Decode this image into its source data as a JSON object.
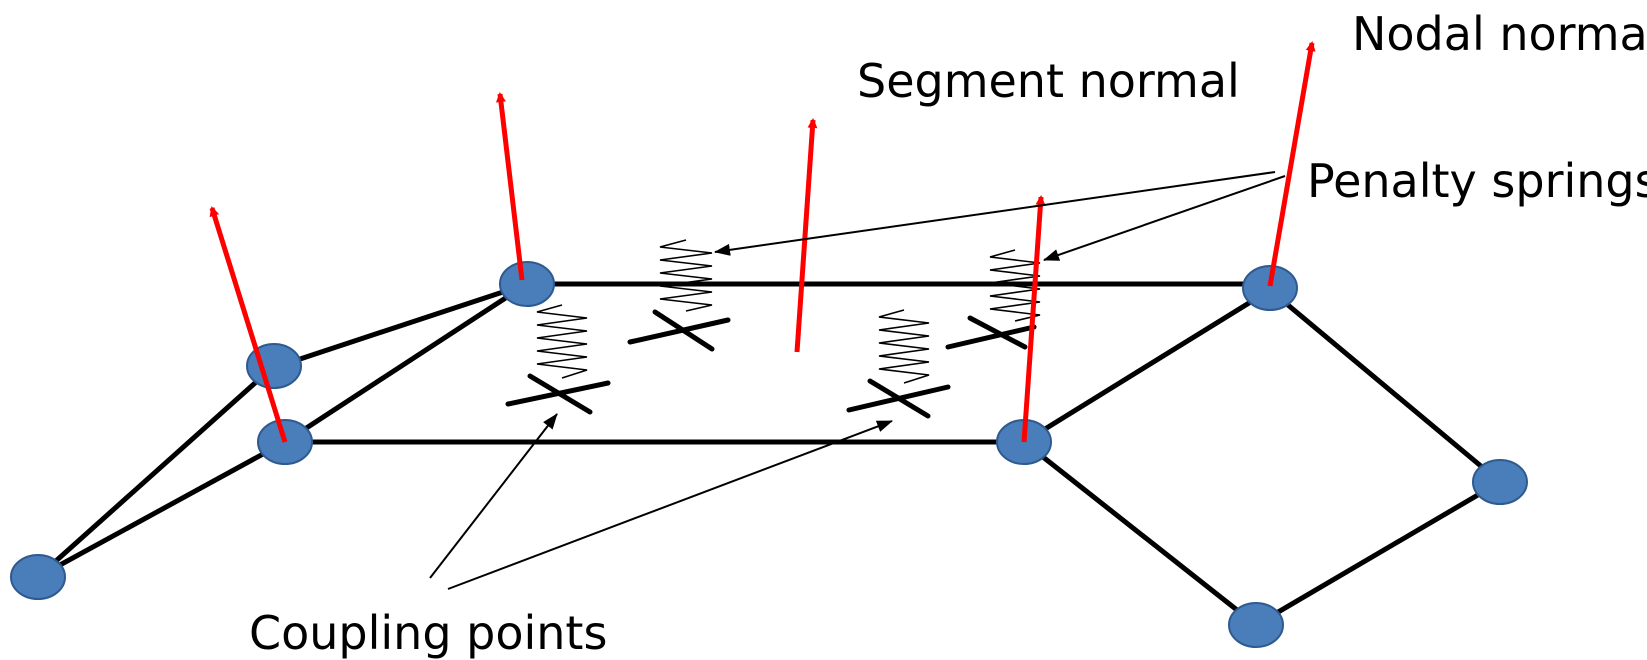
{
  "labels": {
    "nodal_normal": "Nodal normal",
    "segment_normal": "Segment normal",
    "penalty_springs": "Penalty springs",
    "coupling_points": "Coupling points"
  },
  "colors": {
    "node_fill": "#4a7ebb",
    "node_stroke": "#2f5a8f",
    "normal_arrow": "#ff0000",
    "edge": "#000000"
  }
}
